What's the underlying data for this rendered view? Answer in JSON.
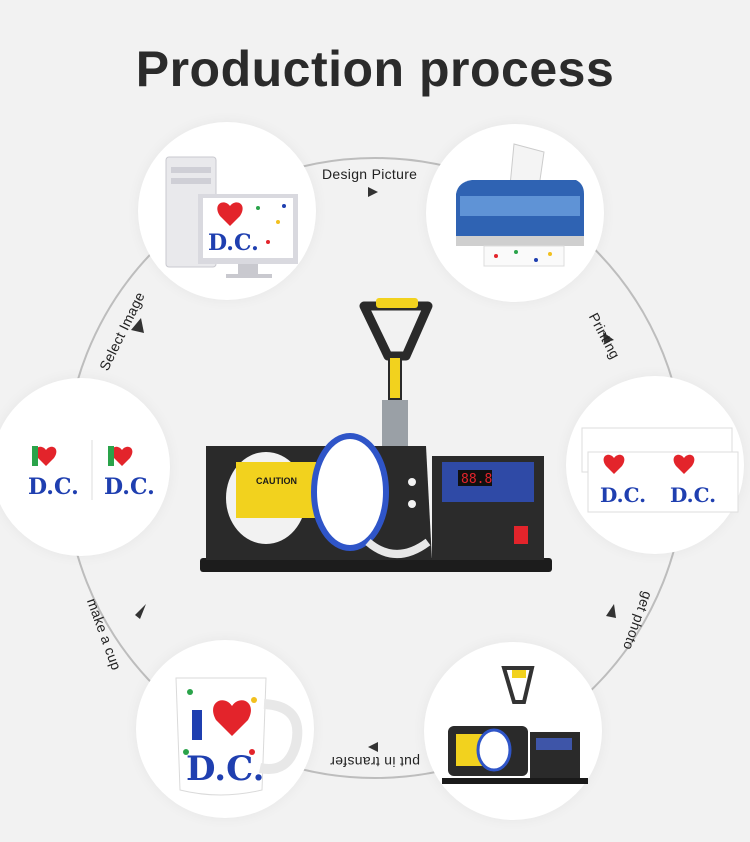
{
  "title": "Production process",
  "steps": [
    {
      "label": "Design Picture"
    },
    {
      "label": "Printing"
    },
    {
      "label": "get photo"
    },
    {
      "label": "put in transfer"
    },
    {
      "label": "make a cup"
    },
    {
      "label": "Select Image"
    }
  ],
  "artwork": {
    "text": "D.C."
  },
  "machine": {
    "caution": "CAUTION",
    "display": "88.8"
  },
  "colors": {
    "ring": "#bdbdbd",
    "machine": "#2a2a2a",
    "handle": "#f2d21e",
    "heart": "#e3242b",
    "letters": "#1f3fb0"
  }
}
